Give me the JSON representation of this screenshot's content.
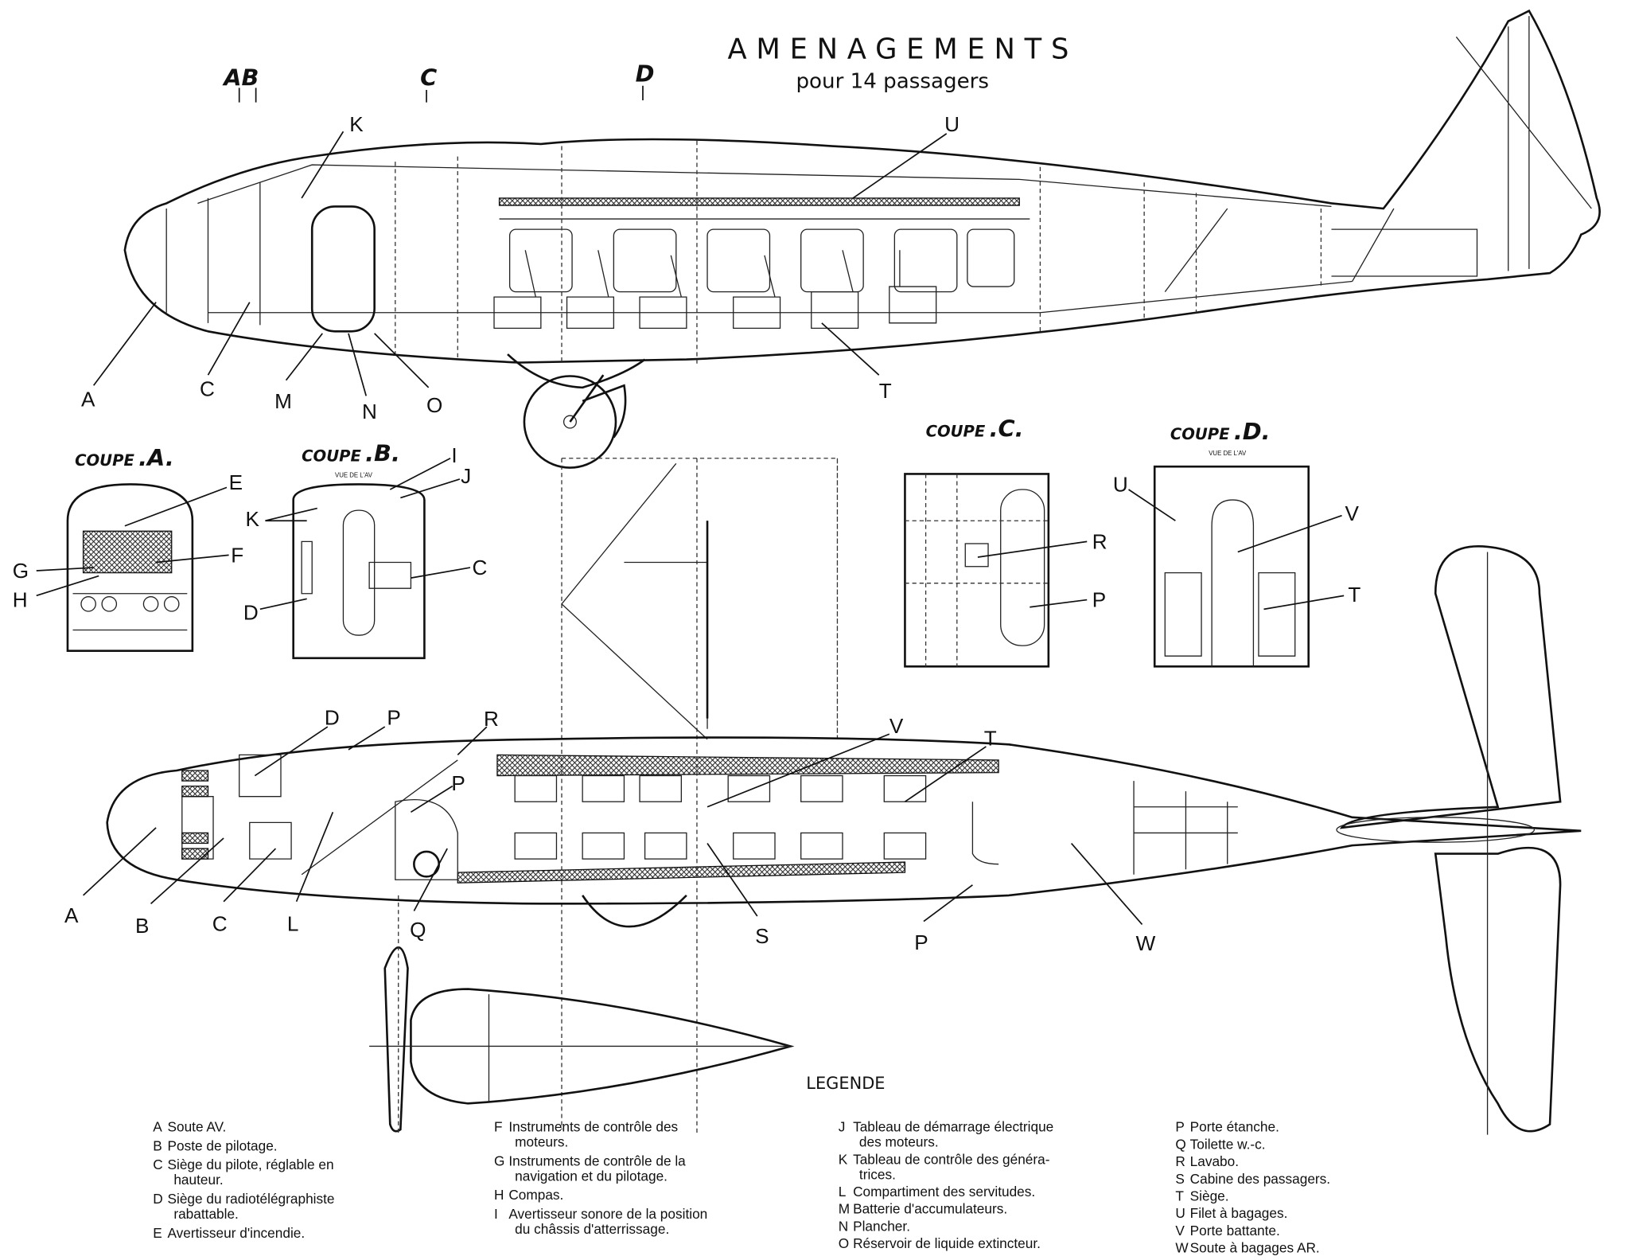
{
  "header": {
    "title": "AMENAGEMENTS",
    "subtitle": "pour 14 passagers"
  },
  "section_markers": [
    "AB",
    "C",
    "D"
  ],
  "sections": [
    {
      "prefix": "COUPE",
      "letter": ".A.",
      "note": ""
    },
    {
      "prefix": "COUPE",
      "letter": ".B.",
      "note": "VUE DE L'AV"
    },
    {
      "prefix": "COUPE",
      "letter": ".C.",
      "note": ""
    },
    {
      "prefix": "COUPE",
      "letter": ".D.",
      "note": "VUE DE L'AV"
    }
  ],
  "callouts": {
    "side": [
      "K",
      "U",
      "A",
      "C",
      "M",
      "N",
      "O",
      "T"
    ],
    "coupe_a": [
      "E",
      "F",
      "G",
      "H"
    ],
    "coupe_b": [
      "I",
      "J",
      "K",
      "C",
      "D"
    ],
    "coupe_c": [
      "R",
      "P"
    ],
    "coupe_d": [
      "U",
      "V",
      "T"
    ],
    "plan": [
      "D",
      "P",
      "R",
      "P",
      "V",
      "T",
      "A",
      "B",
      "C",
      "L",
      "Q",
      "S",
      "P",
      "W"
    ]
  },
  "legend": {
    "title": "LEGENDE",
    "columns": [
      [
        {
          "key": "A",
          "lines": [
            "Soute AV."
          ]
        },
        {
          "key": "B",
          "lines": [
            "Poste de pilotage."
          ]
        },
        {
          "key": "C",
          "lines": [
            "Siège du pilote, réglable en",
            "hauteur."
          ]
        },
        {
          "key": "D",
          "lines": [
            "Siège du radiotélégraphiste",
            "rabattable."
          ]
        },
        {
          "key": "E",
          "lines": [
            "Avertisseur d'incendie."
          ]
        }
      ],
      [
        {
          "key": "F",
          "lines": [
            "Instruments de contrôle des",
            "moteurs."
          ]
        },
        {
          "key": "G",
          "lines": [
            "Instruments de contrôle de la",
            "navigation et du pilotage."
          ]
        },
        {
          "key": "H",
          "lines": [
            "Compas."
          ]
        },
        {
          "key": "I",
          "lines": [
            "Avertisseur sonore de la position",
            "du châssis d'atterrissage."
          ]
        }
      ],
      [
        {
          "key": "J",
          "lines": [
            "Tableau de démarrage électrique",
            "des moteurs."
          ]
        },
        {
          "key": "K",
          "lines": [
            "Tableau de contrôle des généra-",
            "trices."
          ]
        },
        {
          "key": "L",
          "lines": [
            "Compartiment des servitudes."
          ]
        },
        {
          "key": "M",
          "lines": [
            "Batterie d'accumulateurs."
          ]
        },
        {
          "key": "N",
          "lines": [
            "Plancher."
          ]
        },
        {
          "key": "O",
          "lines": [
            "Réservoir de liquide extincteur."
          ]
        }
      ],
      [
        {
          "key": "P",
          "lines": [
            "Porte étanche."
          ]
        },
        {
          "key": "Q",
          "lines": [
            "Toilette w.-c."
          ]
        },
        {
          "key": "R",
          "lines": [
            "Lavabo."
          ]
        },
        {
          "key": "S",
          "lines": [
            "Cabine des passagers."
          ]
        },
        {
          "key": "T",
          "lines": [
            "Siège."
          ]
        },
        {
          "key": "U",
          "lines": [
            "Filet à bagages."
          ]
        },
        {
          "key": "V",
          "lines": [
            "Porte battante."
          ]
        },
        {
          "key": "W",
          "lines": [
            "Soute à bagages AR."
          ]
        }
      ]
    ]
  }
}
